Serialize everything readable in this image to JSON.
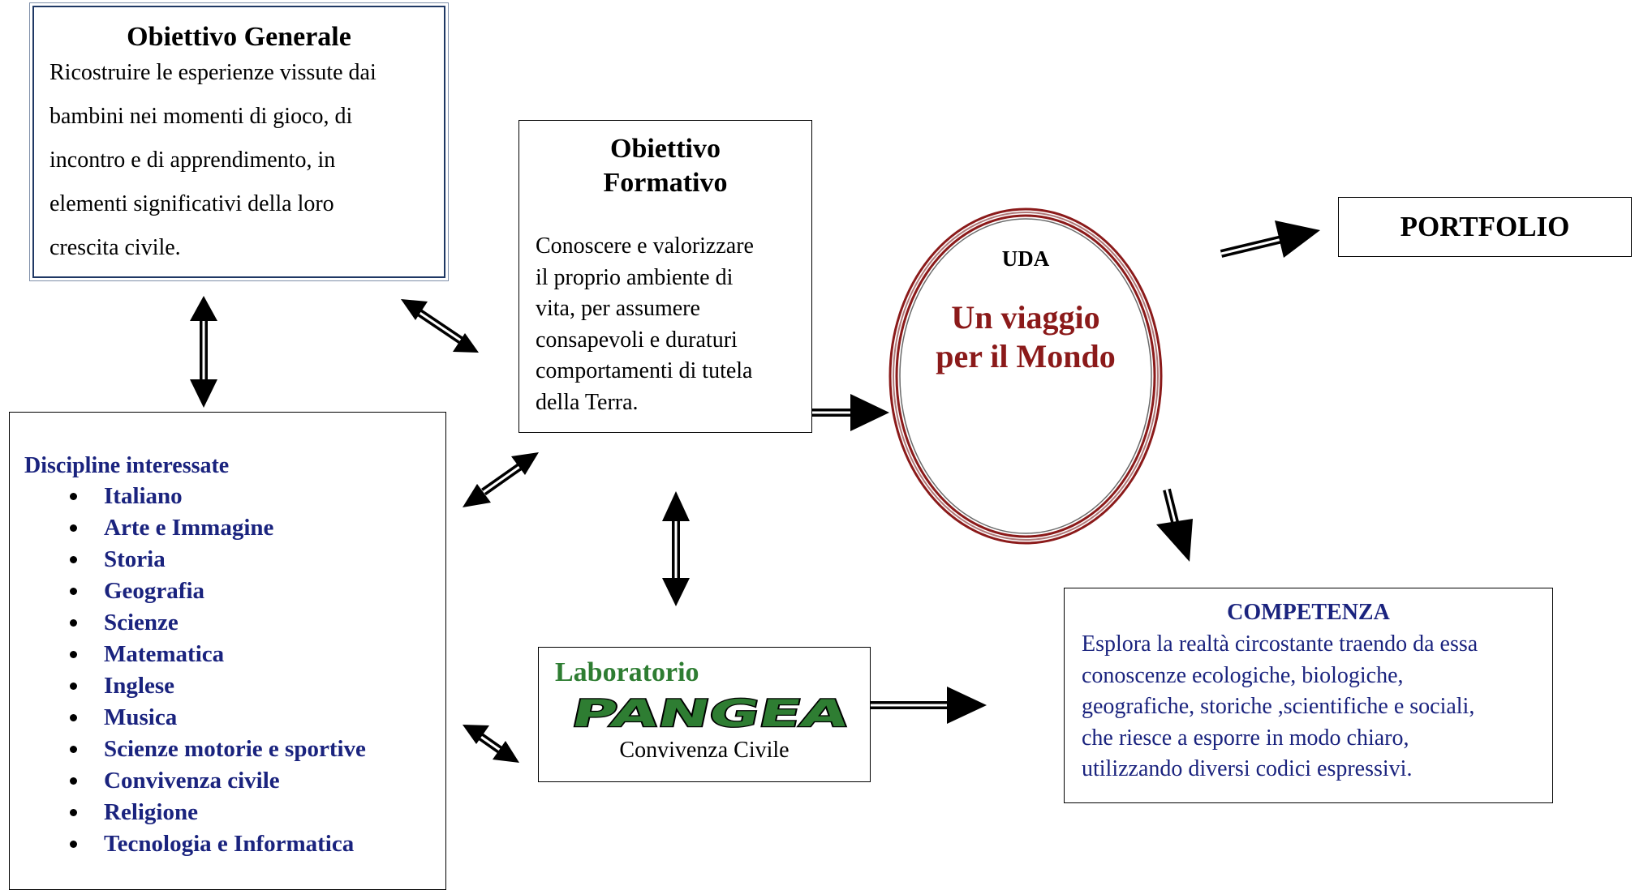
{
  "obiettivo_generale": {
    "title": "Obiettivo Generale",
    "lines": [
      "Ricostruire le esperienze vissute dai",
      "bambini nei momenti di gioco, di",
      "incontro e di apprendimento, in",
      "elementi significativi della loro",
      "crescita civile."
    ]
  },
  "obiettivo_formativo": {
    "title_lines": [
      "Obiettivo",
      "Formativo"
    ],
    "lines": [
      "Conoscere e valorizzare",
      "il proprio ambiente di",
      "vita, per assumere",
      "consapevoli e duraturi",
      "comportamenti di tutela",
      "della Terra."
    ]
  },
  "discipline": {
    "title": "Discipline interessate",
    "items": [
      "Italiano",
      "Arte e Immagine",
      "Storia",
      "Geografia",
      "Scienze",
      "Matematica",
      "Inglese",
      "Musica",
      "Scienze motorie e sportive",
      "Convivenza civile",
      "Religione",
      "Tecnologia e Informatica"
    ]
  },
  "uda": {
    "label": "UDA",
    "title_lines": [
      "Un viaggio",
      "per il Mondo"
    ]
  },
  "portfolio": {
    "title": "PORTFOLIO"
  },
  "laboratorio": {
    "title": "Laboratorio",
    "wordart": "PANGEA",
    "subtitle": "Convivenza Civile"
  },
  "competenza": {
    "title": "COMPETENZA",
    "lines": [
      "Esplora la realtà circostante traendo da essa",
      "conoscenze ecologiche, biologiche,",
      "geografiche, storiche ,scientifiche e sociali,",
      "che riesce a esporre in modo chiaro,",
      "utilizzando diversi codici espressivi."
    ]
  },
  "colors": {
    "discipline_text": "#1a237e",
    "uda_title": "#8b1a1a",
    "uda_ring": "#8b1a1a",
    "laboratorio_title": "#2e7d32",
    "pangea_fill": "#2e7d32",
    "competenza_text": "#1a237e",
    "og_border": "#1f3864"
  }
}
